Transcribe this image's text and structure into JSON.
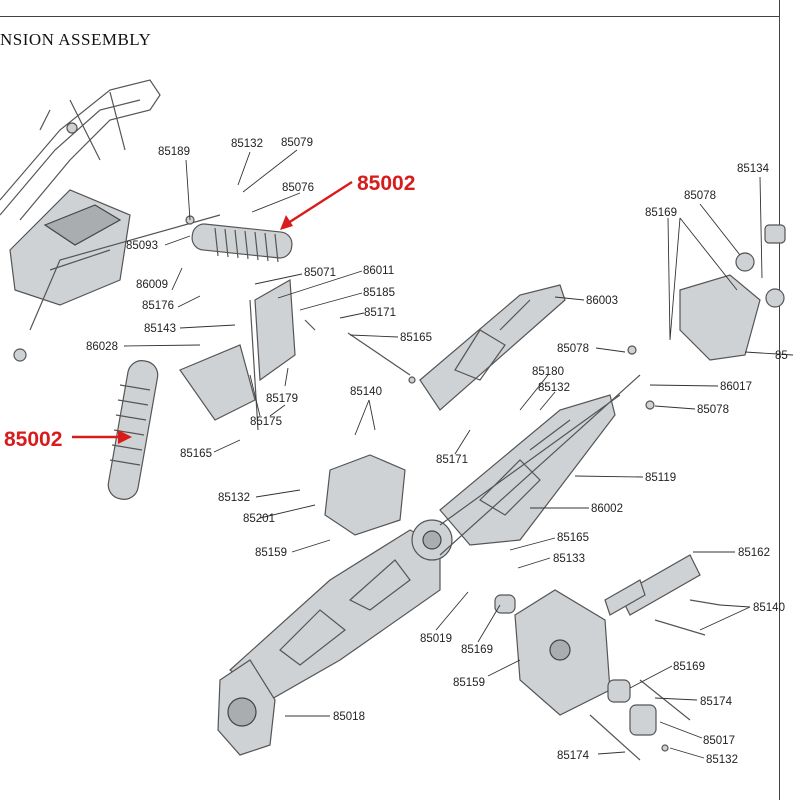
{
  "title": "NSION ASSEMBLY",
  "callouts": [
    "85002",
    "85002"
  ],
  "labels": [
    "85132",
    "85079",
    "85189",
    "85076",
    "85093",
    "86009",
    "85071",
    "86011",
    "85176",
    "85185",
    "85171",
    "85143",
    "86028",
    "85165",
    "85179",
    "85175",
    "85140",
    "85165",
    "85132",
    "85201",
    "85159",
    "86003",
    "85078",
    "85180",
    "85132",
    "86017",
    "85078",
    "85171",
    "85119",
    "86002",
    "85165",
    "85133",
    "85162",
    "85140",
    "85019",
    "85169",
    "85159",
    "85169",
    "85174",
    "85017",
    "85174",
    "85132",
    "85018",
    "85134",
    "85078",
    "85169",
    "85"
  ],
  "colors": {
    "callout": "#d81c1c",
    "line": "#333333",
    "part": "#cfd2d4"
  }
}
